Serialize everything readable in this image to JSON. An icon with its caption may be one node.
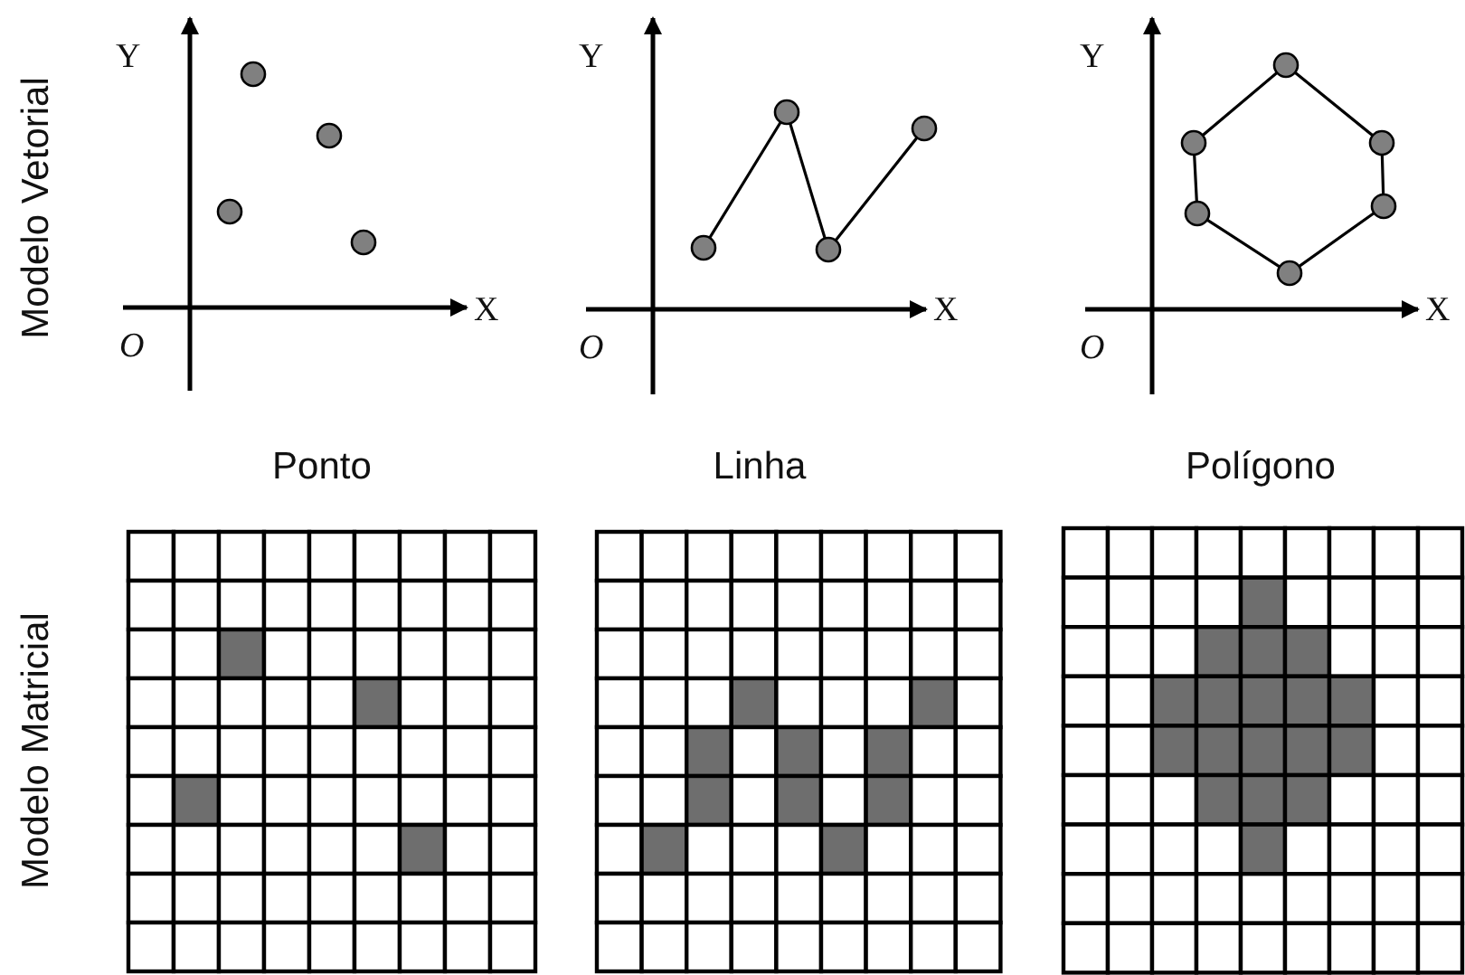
{
  "diagram": {
    "labels": [
      "Modelo Vetorial",
      "Y",
      "X",
      "O",
      "Y",
      "X",
      "O",
      "Y",
      "X",
      "O",
      "Ponto",
      "Linha",
      "Polígono",
      "Modelo Matricial"
    ]
  }
}
